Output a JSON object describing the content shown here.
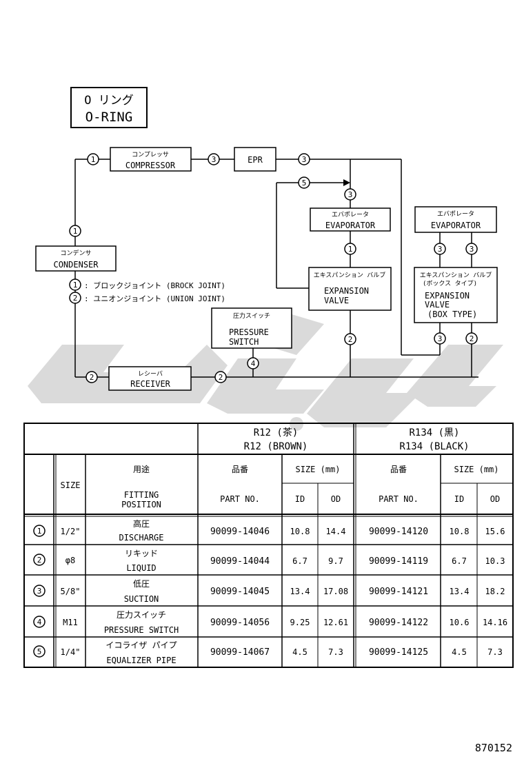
{
  "title_box": {
    "jp": "O リング",
    "en": "O-RING"
  },
  "components": {
    "compressor": {
      "jp": "コンプレッサ",
      "en": "COMPRESSOR"
    },
    "epr": {
      "en": "EPR"
    },
    "evaporator_left": {
      "jp": "エバポレータ",
      "en": "EVAPORATOR"
    },
    "evaporator_right": {
      "jp": "エバポレータ",
      "en": "EVAPORATOR"
    },
    "condenser": {
      "jp": "コンデンサ",
      "en": "CONDENSER"
    },
    "expansion_valve": {
      "jp": "エキスパンション バルブ",
      "en1": "EXPANSION",
      "en2": "VALVE"
    },
    "expansion_valve_box": {
      "jp1": "エキスパンション バルブ",
      "jp2": "(ボックス タイプ)",
      "en1": "EXPANSION",
      "en2": "VALVE",
      "en3": "(BOX TYPE)"
    },
    "pressure_switch": {
      "jp": "圧力スイッチ",
      "en1": "PRESSURE",
      "en2": "SWITCH"
    },
    "receiver": {
      "jp": "レシーバ",
      "en": "RECEIVER"
    }
  },
  "legend": {
    "item1": ": ブロックジョイント (BROCK JOINT)",
    "item2": ": ユニオンジョイント (UNION JOINT)"
  },
  "markers": {
    "m1": "1",
    "m2": "2",
    "m3": "3",
    "m4": "4",
    "m5": "5"
  },
  "table": {
    "r12_jp": "R12 (茶)",
    "r12_en": "R12 (BROWN)",
    "r134_jp": "R134 (黒)",
    "r134_en": "R134 (BLACK)",
    "size": "SIZE",
    "fitting_jp": "用途",
    "fitting_en1": "FITTING",
    "fitting_en2": "POSITION",
    "partno_jp": "品番",
    "partno_en": "PART NO.",
    "sizemm": "SIZE (mm)",
    "id": "ID",
    "od": "OD",
    "rows": [
      {
        "marker": "1",
        "size": "1/2\"",
        "jp": "高圧",
        "en": "DISCHARGE",
        "r12_part": "90099-14046",
        "r12_id": "10.8",
        "r12_od": "14.4",
        "r134_part": "90099-14120",
        "r134_id": "10.8",
        "r134_od": "15.6"
      },
      {
        "marker": "2",
        "size": "φ8",
        "jp": "リキッド",
        "en": "LIQUID",
        "r12_part": "90099-14044",
        "r12_id": "6.7",
        "r12_od": "9.7",
        "r134_part": "90099-14119",
        "r134_id": "6.7",
        "r134_od": "10.3"
      },
      {
        "marker": "3",
        "size": "5/8\"",
        "jp": "低圧",
        "en": "SUCTION",
        "r12_part": "90099-14045",
        "r12_id": "13.4",
        "r12_od": "17.08",
        "r134_part": "90099-14121",
        "r134_id": "13.4",
        "r134_od": "18.2"
      },
      {
        "marker": "4",
        "size": "M11",
        "jp": "圧力スイッチ",
        "en": "PRESSURE SWITCH",
        "r12_part": "90099-14056",
        "r12_id": "9.25",
        "r12_od": "12.61",
        "r134_part": "90099-14122",
        "r134_id": "10.6",
        "r134_od": "14.16"
      },
      {
        "marker": "5",
        "size": "1/4\"",
        "jp": "イコライザ パイプ",
        "en": "EQUALIZER PIPE",
        "r12_part": "90099-14067",
        "r12_id": "4.5",
        "r12_od": "7.3",
        "r134_part": "90099-14125",
        "r134_id": "4.5",
        "r134_od": "7.3"
      }
    ]
  },
  "footer_code": "870152",
  "colors": {
    "ink": "#000000",
    "watermark": "#d4d4d4",
    "paper": "#ffffff"
  }
}
